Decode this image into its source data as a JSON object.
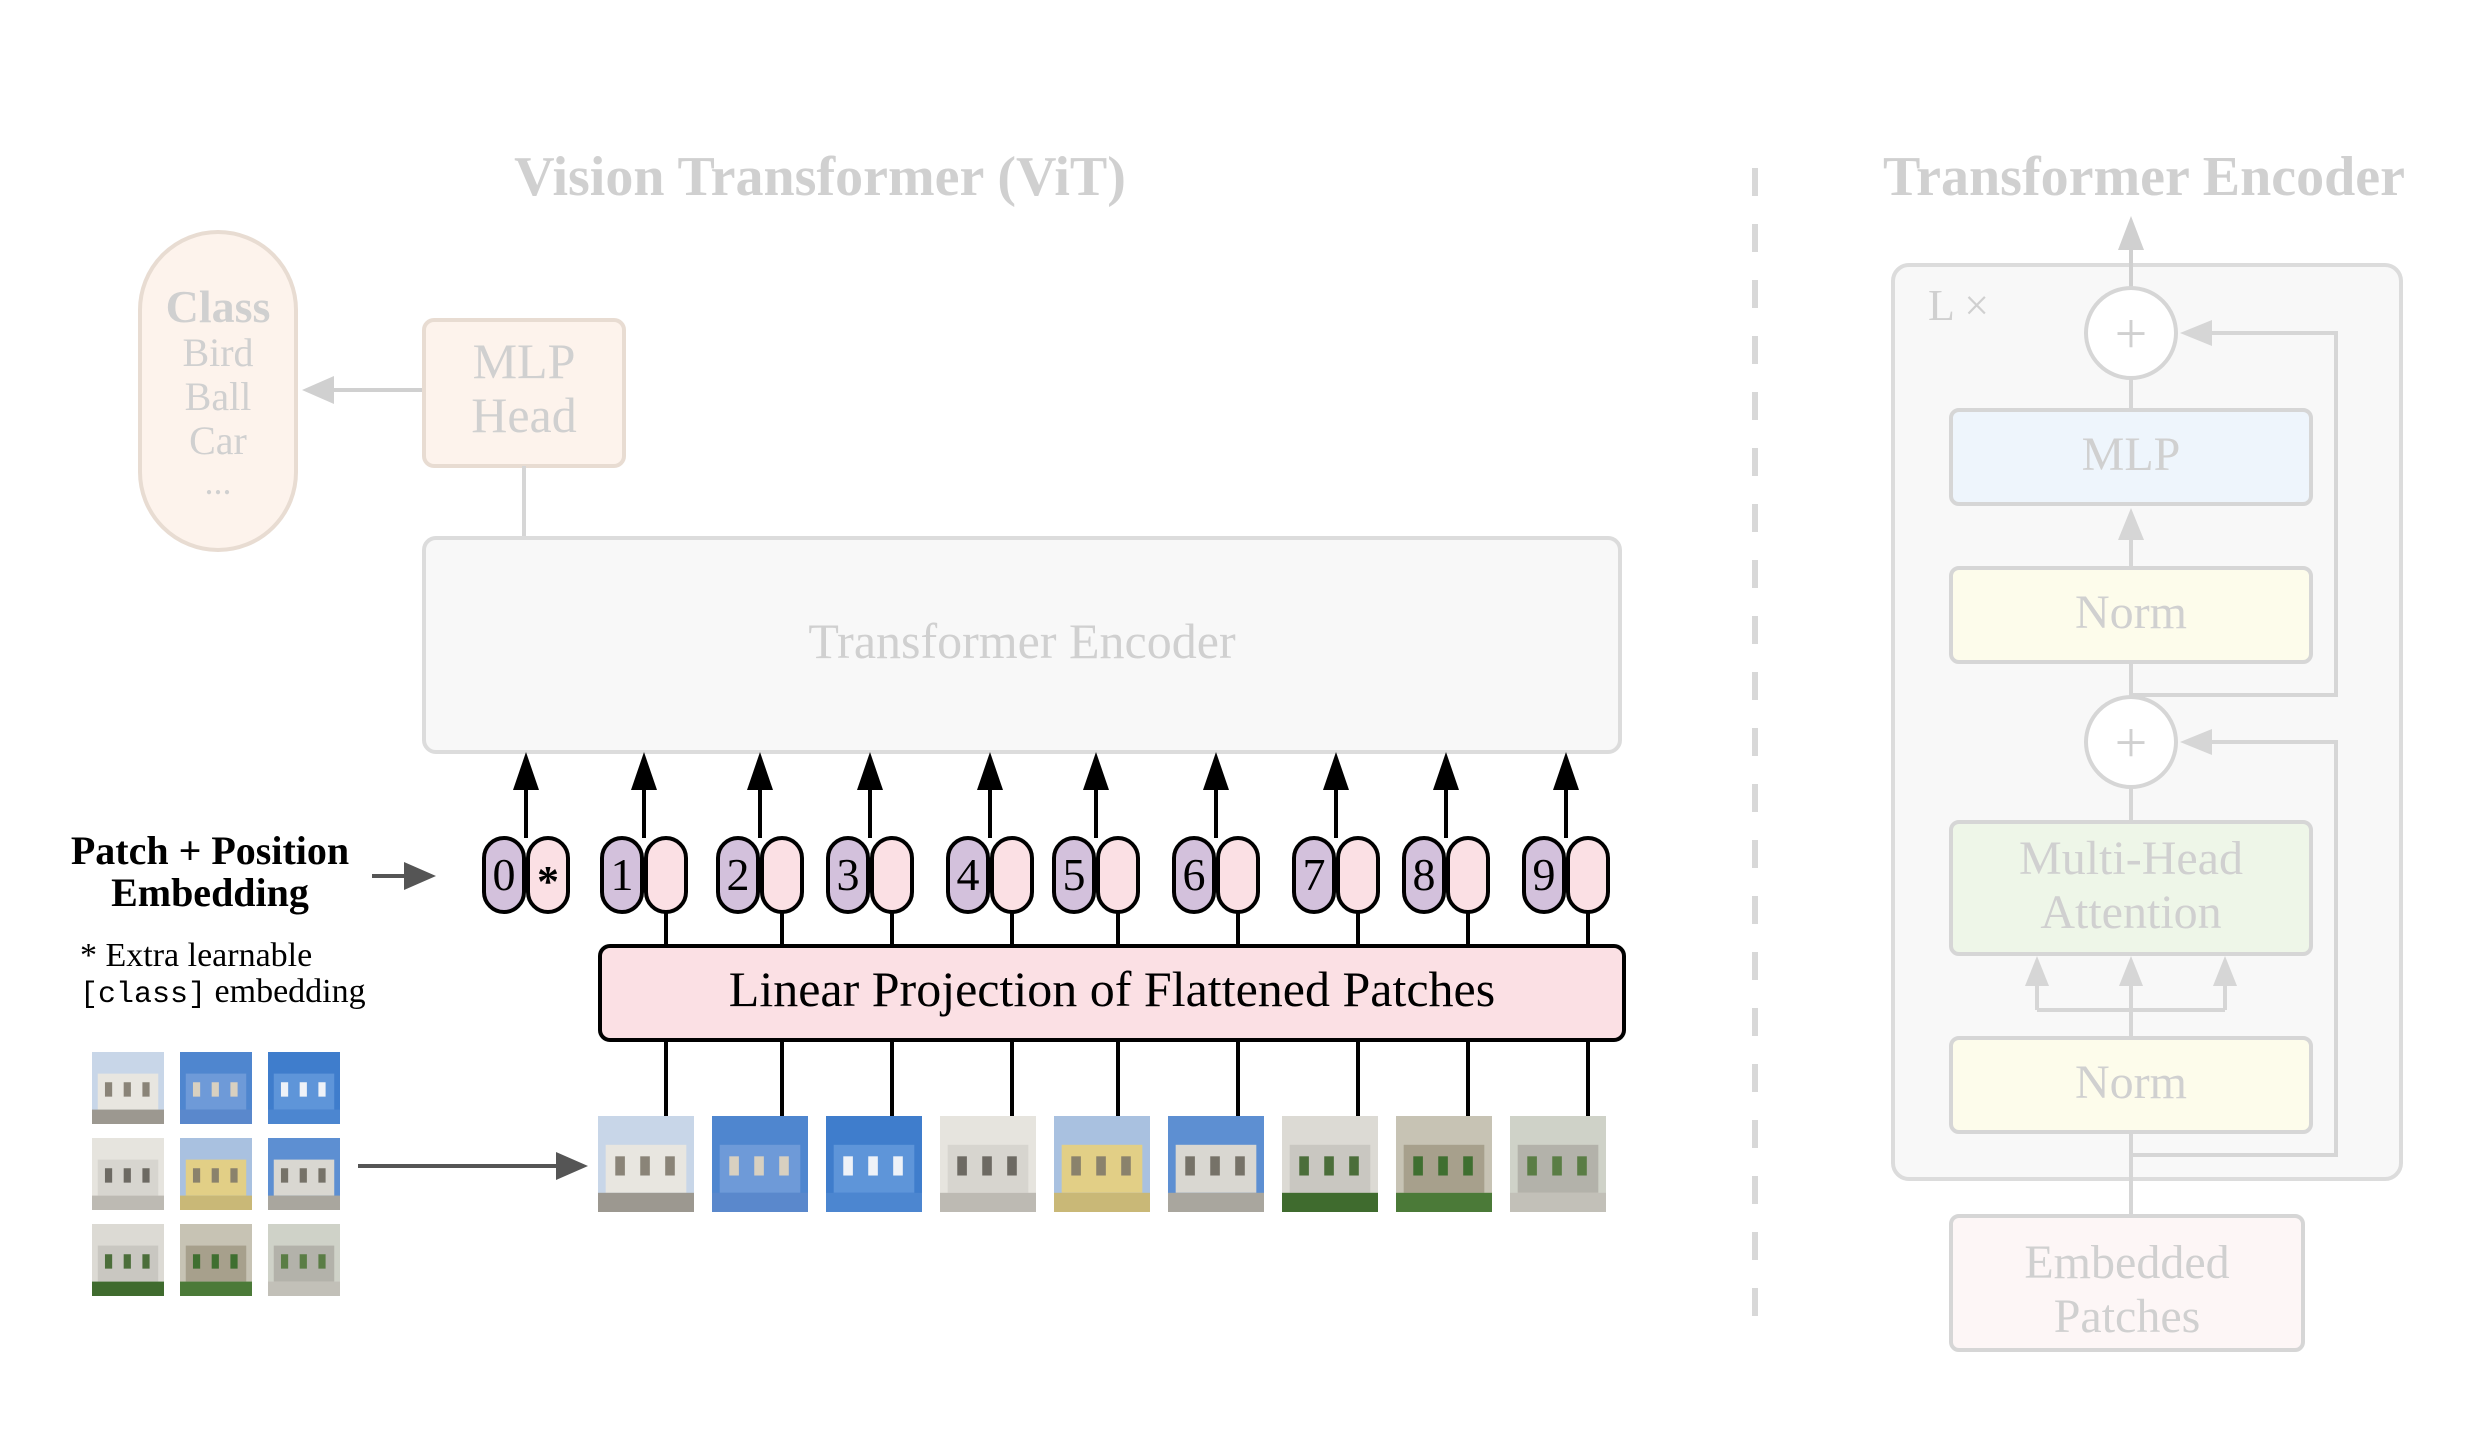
{
  "vit": {
    "title": "Vision Transformer (ViT)",
    "class_box": {
      "heading": "Class",
      "items": [
        "Bird",
        "Ball",
        "Car",
        "..."
      ]
    },
    "mlp_head": {
      "line1": "MLP",
      "line2": "Head"
    },
    "encoder_label": "Transformer Encoder",
    "embedding_label": {
      "line1": "Patch + Position",
      "line2": "Embedding"
    },
    "extra_note": {
      "line1": "* Extra learnable",
      "code": "[class]",
      "line2_rest": " embedding"
    },
    "tokens": [
      "0",
      "1",
      "2",
      "3",
      "4",
      "5",
      "6",
      "7",
      "8",
      "9"
    ],
    "class_token_mark": "*",
    "projection_label": "Linear Projection of Flattened Patches"
  },
  "encoder_detail": {
    "title": "Transformer Encoder",
    "repeat_label": "L ×",
    "plus_symbol": "+",
    "mlp": "MLP",
    "norm_top": "Norm",
    "attention": {
      "line1": "Multi-Head",
      "line2": "Attention"
    },
    "norm_bottom": "Norm",
    "embedded": {
      "line1": "Embedded",
      "line2": "Patches"
    }
  },
  "colors": {
    "faded_text": "#d0d0d0",
    "faded_stroke": "#d6d6d6",
    "token_purple": "#d3c1dc",
    "token_pink": "#fbe0e4",
    "projection_fill": "#fbe0e4",
    "class_fill": "#fdf3ec",
    "mlp_fill": "#eef5fc",
    "norm_fill": "#fdfceb",
    "attention_fill": "#eef6e8",
    "embedded_fill": "#fdf6f6"
  },
  "patches": [
    {
      "sky": "#c8d6e8",
      "main": "#e8e6e0",
      "accent": "#8a8478",
      "ground": "#9c9890"
    },
    {
      "sky": "#4f86cf",
      "main": "#6e9ad8",
      "accent": "#d8d0c0",
      "ground": "#5a88cc"
    },
    {
      "sky": "#3f7dcc",
      "main": "#5e95d9",
      "accent": "#eef2f8",
      "ground": "#4c86d0"
    },
    {
      "sky": "#e6e4de",
      "main": "#d7d5cf",
      "accent": "#6d6a63",
      "ground": "#bdbab3"
    },
    {
      "sky": "#a9c1e0",
      "main": "#e2cf86",
      "accent": "#8a826c",
      "ground": "#c9b877"
    },
    {
      "sky": "#5d8fd2",
      "main": "#d9d7d1",
      "accent": "#767268",
      "ground": "#a9a69e"
    },
    {
      "sky": "#dcdad4",
      "main": "#c9c7c1",
      "accent": "#4b6e3a",
      "ground": "#3f6b2e"
    },
    {
      "sky": "#c7c3b4",
      "main": "#a7a08c",
      "accent": "#3f6f30",
      "ground": "#4b7a38"
    },
    {
      "sky": "#cfd2c8",
      "main": "#b3b2aa",
      "accent": "#5a7d45",
      "ground": "#c2c0b8"
    }
  ]
}
